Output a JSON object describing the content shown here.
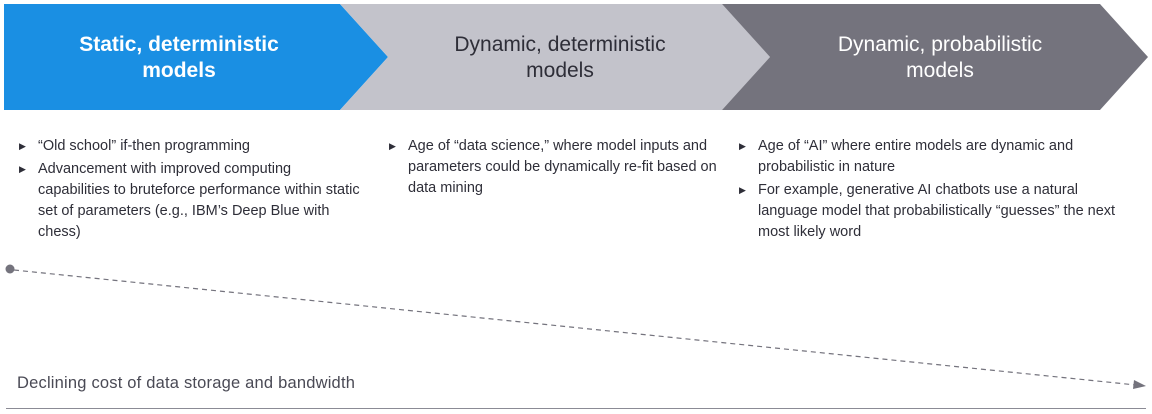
{
  "stages": [
    {
      "title": "Static, deterministic\nmodels",
      "bullets": [
        "“Old school” if-then programming",
        "Advancement with improved computing capabilities to bruteforce performance within static set of parameters (e.g., IBM’s Deep Blue with chess)"
      ]
    },
    {
      "title": "Dynamic, deterministic\nmodels",
      "bullets": [
        "Age of “data science,” where model inputs and parameters could be dynamically re-fit based on data mining"
      ]
    },
    {
      "title": "Dynamic, probabilistic\nmodels",
      "bullets": [
        "Age of “AI” where entire models are dynamic and probabilistic in nature",
        "For example, generative AI chatbots use a natural language model that probabilistically “guesses” the next most likely word"
      ]
    }
  ],
  "trend_label": "Declining cost of data storage and bandwidth",
  "colors": {
    "stage1": "#1a8fe3",
    "stage2": "#c3c3cb",
    "stage3": "#74737d",
    "trend_line": "#74737d"
  },
  "icons": {
    "bullet": "triangle-right-icon",
    "trend_start": "dot-icon",
    "trend_end": "arrowhead-icon"
  }
}
